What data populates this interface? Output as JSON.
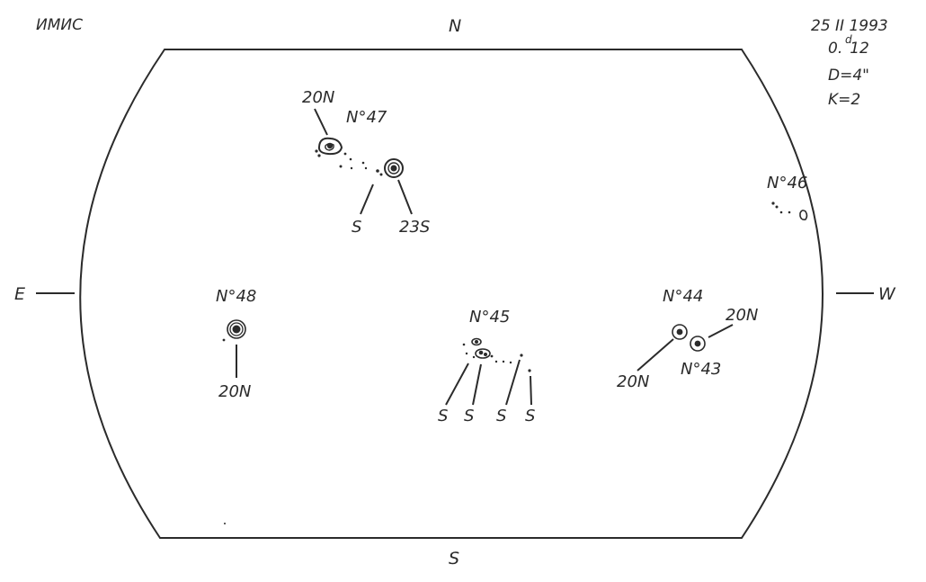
{
  "header": {
    "observatory": "ИМИС",
    "date": "25 II 1993",
    "time_main": "0.",
    "time_sup": "d",
    "time_val": "12",
    "diameter": "D=4\"",
    "k_value": "K=2"
  },
  "directions": {
    "north": "N",
    "south": "S",
    "east": "E",
    "west": "W"
  },
  "groups": [
    {
      "id": "47",
      "label": "N°47",
      "latitudes": [
        "20N",
        "S",
        "23S"
      ]
    },
    {
      "id": "46",
      "label": "N°46",
      "latitudes": []
    },
    {
      "id": "48",
      "label": "N°48",
      "latitudes": [
        "20N"
      ]
    },
    {
      "id": "45",
      "label": "N°45",
      "latitudes": [
        "S",
        "S",
        "S",
        "S"
      ]
    },
    {
      "id": "44",
      "label": "N°44",
      "latitudes": [
        "20N"
      ]
    },
    {
      "id": "43",
      "label": "N°43",
      "latitudes": [
        "20N"
      ]
    }
  ],
  "colors": {
    "ink": "#2b2b2b",
    "paper": "#ffffff"
  }
}
